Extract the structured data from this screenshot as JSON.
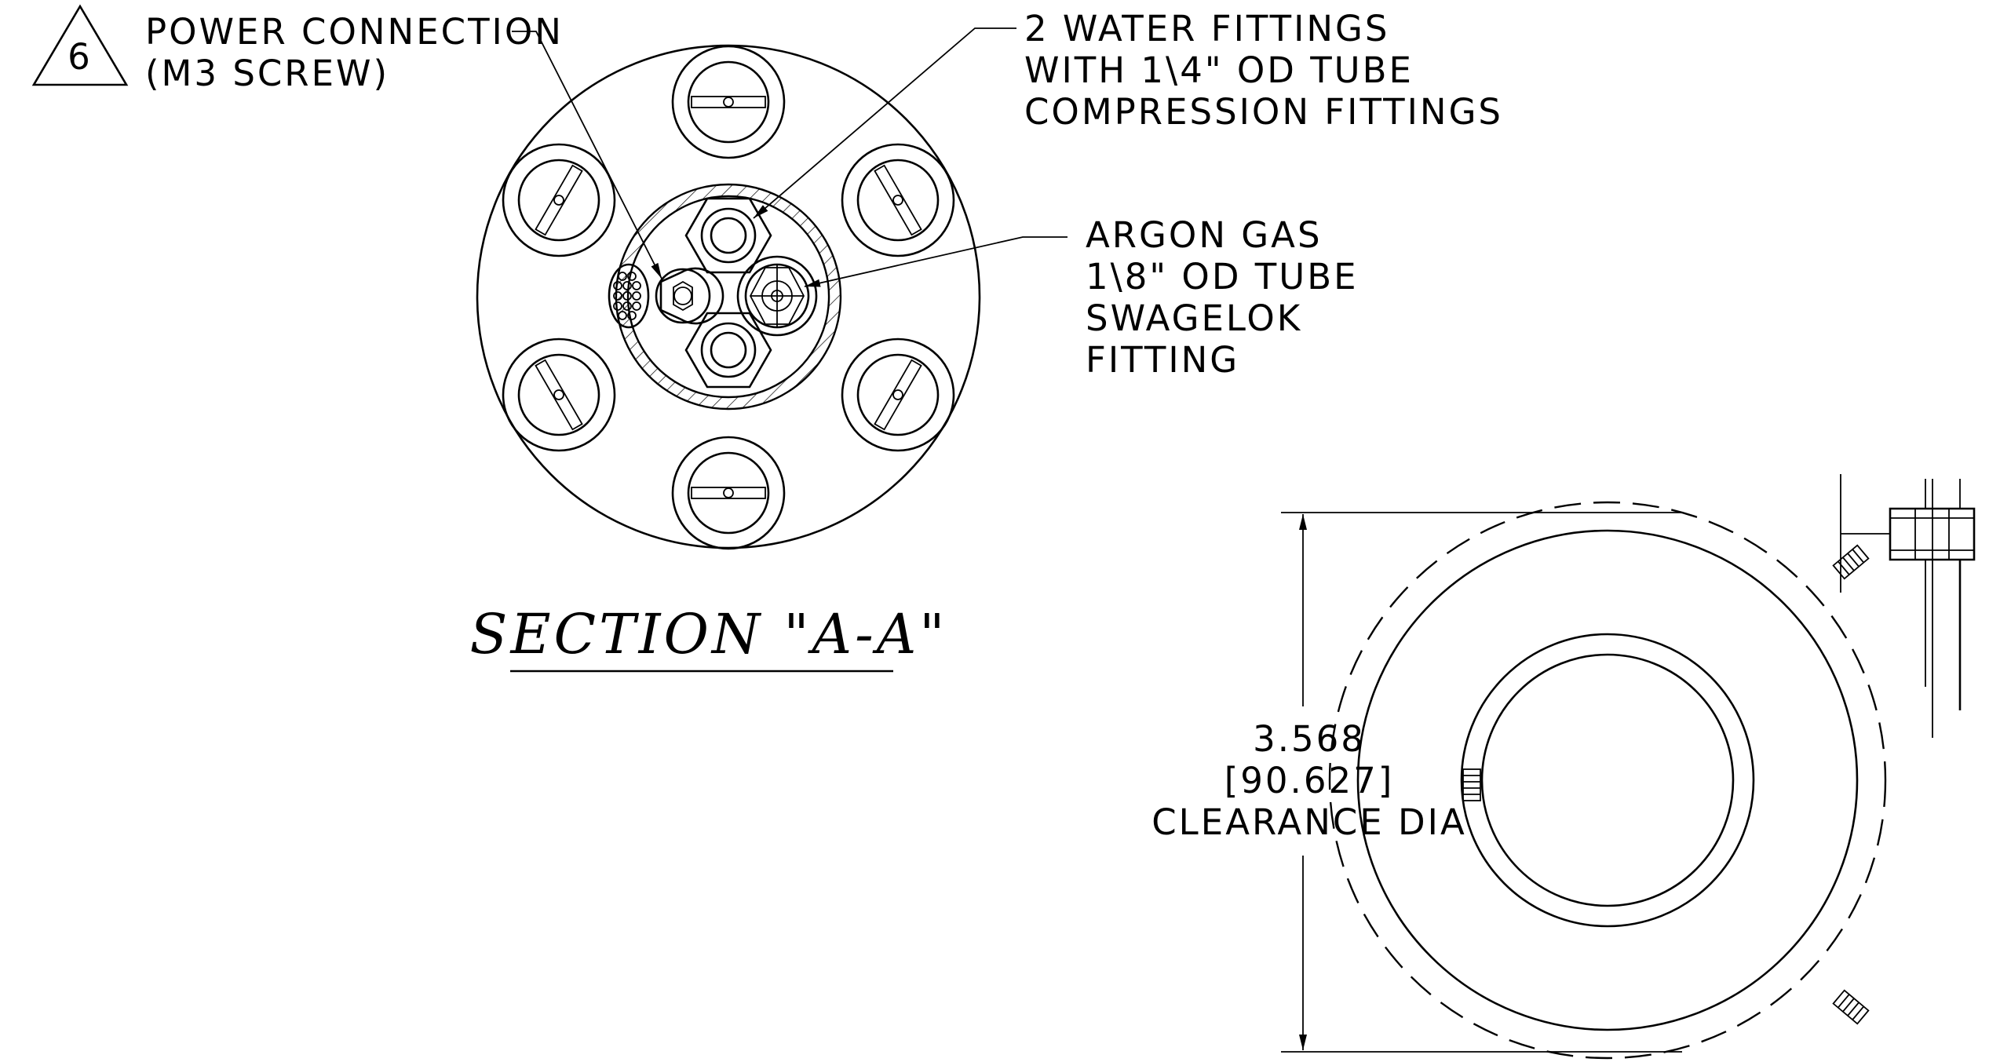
{
  "notes": {
    "flag_number": "6",
    "power_connection": [
      "POWER CONNECTION",
      "(M3 SCREW)"
    ],
    "water_fittings": [
      "2 WATER FITTINGS",
      "WITH 1\\4\" OD TUBE",
      "COMPRESSION FITTINGS"
    ],
    "argon_gas": [
      "ARGON GAS",
      "1\\8\" OD TUBE",
      "SWAGELOK",
      "FITTING"
    ]
  },
  "section_title": "SECTION \"A-A\"",
  "dimension": {
    "inch": "3.568",
    "mm": "[90.627]",
    "label": "CLEARANCE DIA"
  }
}
